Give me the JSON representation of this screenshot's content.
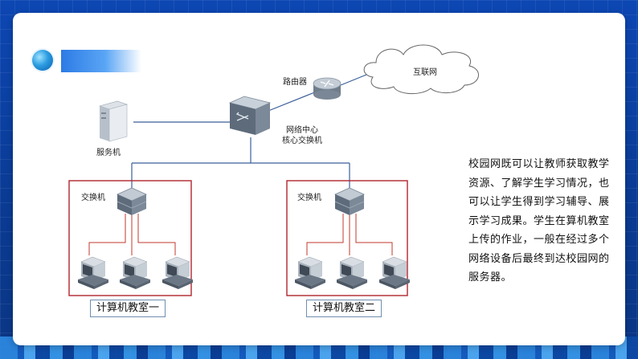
{
  "diagram": {
    "internet_label": "互联网",
    "router_label": "路由器",
    "server_label": "服务机",
    "core_switch_label_line1": "网络中心",
    "core_switch_label_line2": "核心交换机",
    "room1": {
      "switch_label": "交换机",
      "name": "计算机教室一"
    },
    "room2": {
      "switch_label": "交换机",
      "name": "计算机教室二"
    }
  },
  "description": "校园网既可以让教师获取教学资源、了解学生学习情况，也可以让学生得到学习辅导、展示学习成果。学生在算机教室上传的作业，一般在经过多个网络设备后最终到达校园网的服务器。",
  "colors": {
    "frame_red": "#b0252d",
    "link_blue": "#3b5f9a",
    "link_red": "#c0392b"
  }
}
